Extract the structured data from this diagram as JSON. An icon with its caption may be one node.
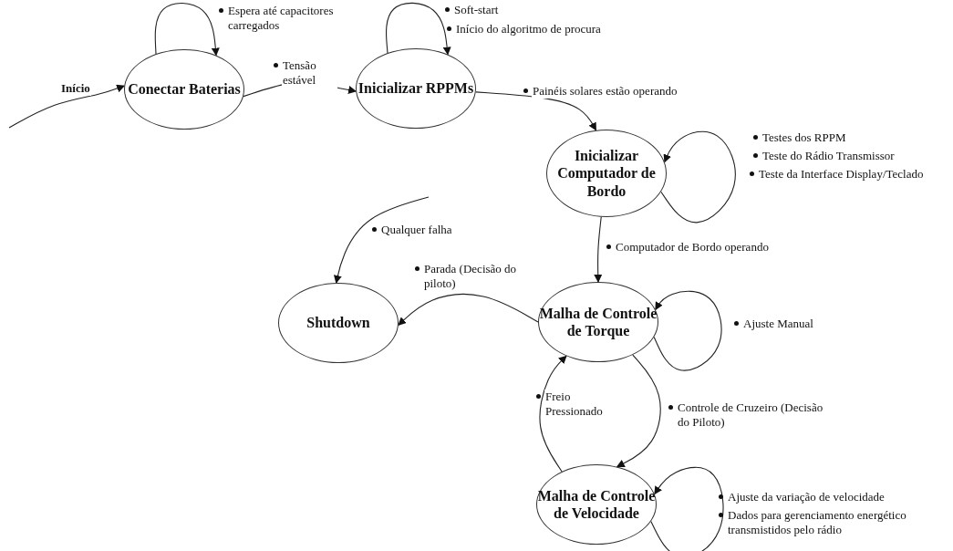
{
  "diagram": {
    "nodes": [
      {
        "text": [
          "Conectar Baterias"
        ]
      },
      {
        "text": [
          "Inicializar RPPMs"
        ]
      },
      {
        "text": [
          "Inicializar Computador de Bordo"
        ]
      },
      {
        "text": [
          "Shutdown"
        ]
      },
      {
        "text": [
          "Malha de Controle de Torque"
        ]
      },
      {
        "text": [
          "Malha de Controle de Velocidade"
        ]
      }
    ],
    "edges": [
      {
        "from": null,
        "to": 0,
        "arrow": "to",
        "label": "Início"
      },
      {
        "from": 0,
        "to": 0,
        "arrow": "to",
        "label": "Espera até capacitores carregados"
      },
      {
        "from": 0,
        "to": 1,
        "arrow": "to",
        "label": "Tensão estável"
      },
      {
        "from": 1,
        "to": 1,
        "arrow": "to",
        "label": "Soft-start"
      },
      {
        "from": 1,
        "to": 2,
        "arrow": "to",
        "label": "Painéis solares estão operando"
      },
      {
        "from": 2,
        "to": 2,
        "arrow": "to",
        "label": "Testes dos RPPM"
      },
      {
        "from": null,
        "to": 3,
        "arrow": "to",
        "label": "Qualquer falha"
      },
      {
        "from": 2,
        "to": 4,
        "arrow": "to",
        "label": "Computador de Bordo operando"
      },
      {
        "from": 4,
        "to": 3,
        "arrow": "to",
        "label": "Parada (Decisão do piloto)"
      },
      {
        "from": 4,
        "to": 4,
        "arrow": "to",
        "label": "Ajuste Manual"
      },
      {
        "from": 4,
        "to": 5,
        "arrow": "to",
        "label": "Controle de Cruzeiro (Decisão do Piloto)"
      },
      {
        "from": 5,
        "to": 4,
        "arrow": "to",
        "label": "Freio Pressionado"
      },
      {
        "from": 5,
        "to": 5,
        "arrow": "to",
        "label": "Ajuste da variação de velocidade"
      }
    ],
    "labels": [
      "Início do algoritmo de procura",
      "Teste do Rádio Transmissor",
      "Teste da Interface Display/Teclado",
      "Dados para gerenciamento energético transmistidos pelo rádio"
    ]
  }
}
